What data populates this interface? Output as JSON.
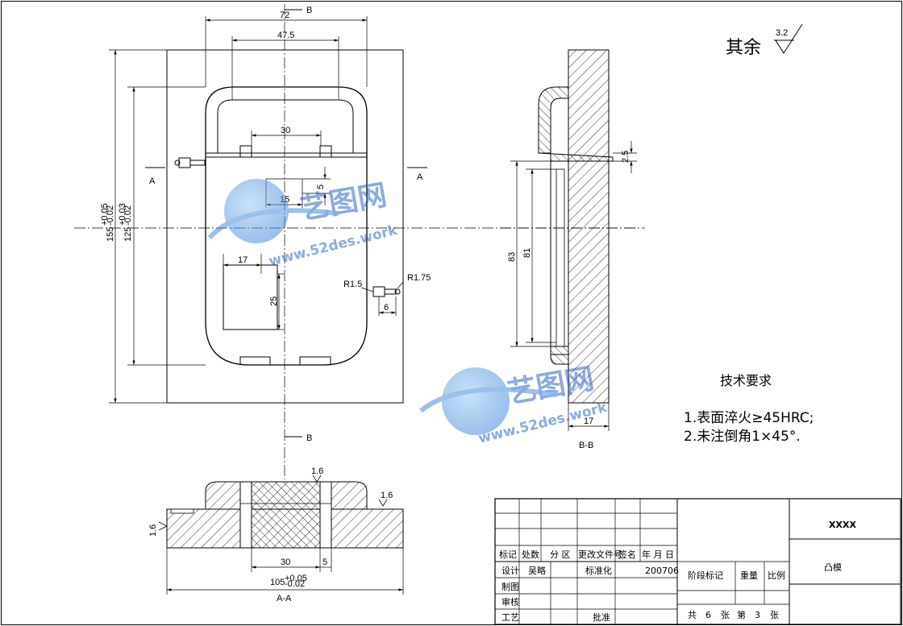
{
  "dimensions": {
    "top_width": "72",
    "inner_width": "47.5",
    "slot_width": "30",
    "overall_height": "155",
    "overall_height_tol_upper": "+0.05",
    "overall_height_tol_lower": "-0.02",
    "inner_height": "125",
    "inner_height_tol_upper": "+0.03",
    "inner_height_tol_lower": "-0.02",
    "hole_offset_x": "15",
    "hole_offset_y": "5",
    "window_width": "17",
    "window_height": "25",
    "radius_1": "R1.5",
    "radius_2": "R1.75",
    "pin_length": "6",
    "bb_height_outer": "83",
    "bb_height_inner": "81",
    "bb_step": "2.5",
    "bb_thickness": "17",
    "aa_slot": "30",
    "aa_step": "5",
    "aa_width": "105",
    "aa_width_tol_upper": "+0.05",
    "aa_width_tol_lower": "-0.02"
  },
  "section_labels": {
    "a": "A",
    "b": "B",
    "aa_caption": "A-A",
    "bb_caption": "B-B"
  },
  "roughness": {
    "other_label": "其余",
    "other_value": "3.2",
    "value_fine": "1.6"
  },
  "tech_requirements": {
    "title": "技术要求",
    "items": [
      "1.表面淬火≥45HRC;",
      "2.未注倒角1×45°."
    ]
  },
  "watermark": {
    "name": "艺图网",
    "site": "www.52des.work"
  },
  "title_block": {
    "headers": [
      "标记",
      "处数",
      "分 区",
      "更改文件号",
      "签名",
      "年 月 日"
    ],
    "design_label": "设计",
    "designer": "吴略",
    "standardize_label": "标准化",
    "date": "200706",
    "draw_label": "制图",
    "review_label": "审核",
    "process_label": "工艺",
    "approve_label": "批准",
    "stage_label": "阶段标记",
    "weight_label": "重量",
    "scale_label": "比例",
    "sheet_total_prefix": "共",
    "sheet_total": "6",
    "sheet_unit": "张",
    "sheet_index_prefix": "第",
    "sheet_index": "3",
    "sheet_index_unit": "张",
    "drawing_code": "XXXX",
    "part_name": "凸模"
  }
}
